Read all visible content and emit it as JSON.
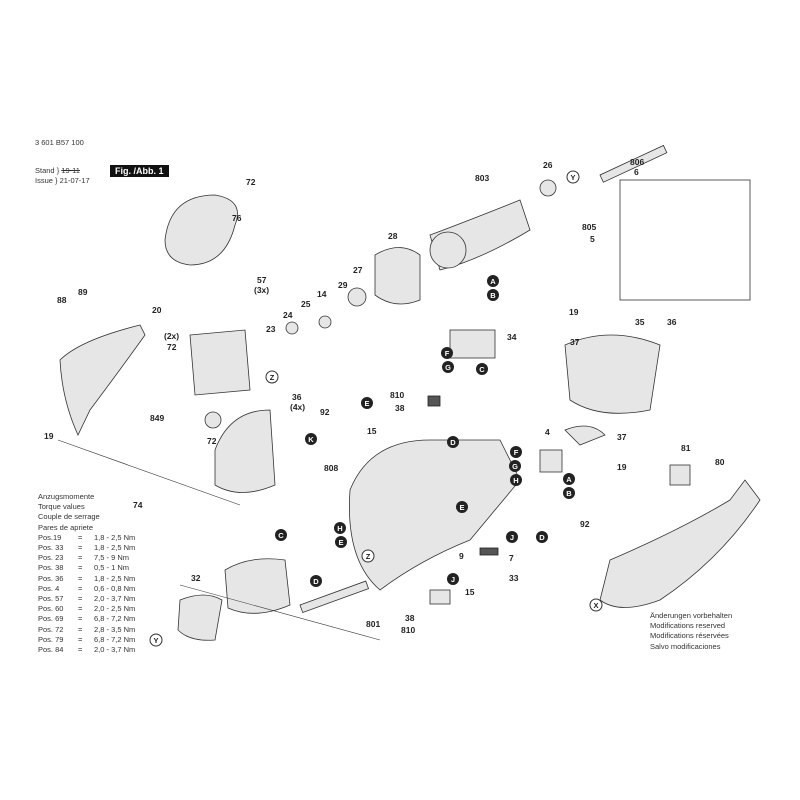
{
  "header": {
    "part_number": "3 601 B57 100",
    "stand_label": "Stand",
    "stand_value": "19-11",
    "issue_label": "Issue",
    "issue_value": "21-07-17",
    "figure": "Fig. /Abb. 1"
  },
  "torque": {
    "titles": [
      "Anzugsmomente",
      "Torque values",
      "Couple de serrage",
      "Pares de apriete"
    ],
    "rows": [
      {
        "pos": "Pos.19",
        "eq": "=",
        "value": "1,8 - 2,5 Nm"
      },
      {
        "pos": "Pos. 33",
        "eq": "=",
        "value": "1,8 - 2,5 Nm"
      },
      {
        "pos": "Pos. 23",
        "eq": "=",
        "value": "7,5 - 9 Nm"
      },
      {
        "pos": "Pos. 38",
        "eq": "=",
        "value": "0,5 - 1 Nm"
      },
      {
        "pos": "Pos. 36",
        "eq": "=",
        "value": "1,8 - 2,5 Nm"
      },
      {
        "pos": "Pos. 4",
        "eq": "=",
        "value": "0,6 - 0,8 Nm"
      },
      {
        "pos": "Pos. 57",
        "eq": "=",
        "value": "2,0 - 3,7 Nm"
      },
      {
        "pos": "Pos. 60",
        "eq": "=",
        "value": "2,0 - 2,5 Nm"
      },
      {
        "pos": "Pos. 69",
        "eq": "=",
        "value": "6,8 - 7,2 Nm"
      },
      {
        "pos": "Pos. 72",
        "eq": "=",
        "value": "2,8 - 3,5 Nm"
      },
      {
        "pos": "Pos. 79",
        "eq": "=",
        "value": "6,8 - 7,2 Nm"
      },
      {
        "pos": "Pos. 84",
        "eq": "=",
        "value": "2,0 - 3,7 Nm"
      }
    ]
  },
  "notes": [
    "Änderungen vorbehalten",
    "Modifications reserved",
    "Modifications réservées",
    "Salvo modificaciones"
  ],
  "labels": [
    "72",
    "76",
    "803",
    "26",
    "806",
    "6",
    "805",
    "5",
    "28",
    "27",
    "29",
    "14",
    "25",
    "24",
    "23",
    "57",
    "(3x)",
    "20",
    "(2x)",
    "72",
    "88",
    "89",
    "19",
    "35",
    "36",
    "34",
    "37",
    "36",
    "(4x)",
    "849",
    "92",
    "810",
    "38",
    "15",
    "72",
    "19",
    "74",
    "4",
    "37",
    "19",
    "808",
    "81",
    "80",
    "92",
    "9",
    "7",
    "33",
    "32",
    "15",
    "801",
    "38",
    "810"
  ],
  "callouts": [
    "Y",
    "A",
    "B",
    "Z",
    "E",
    "G",
    "F",
    "C",
    "K",
    "D",
    "F",
    "G",
    "H",
    "A",
    "B",
    "E",
    "J",
    "D",
    "C",
    "H",
    "E",
    "Z",
    "D",
    "J",
    "Y",
    "X"
  ]
}
